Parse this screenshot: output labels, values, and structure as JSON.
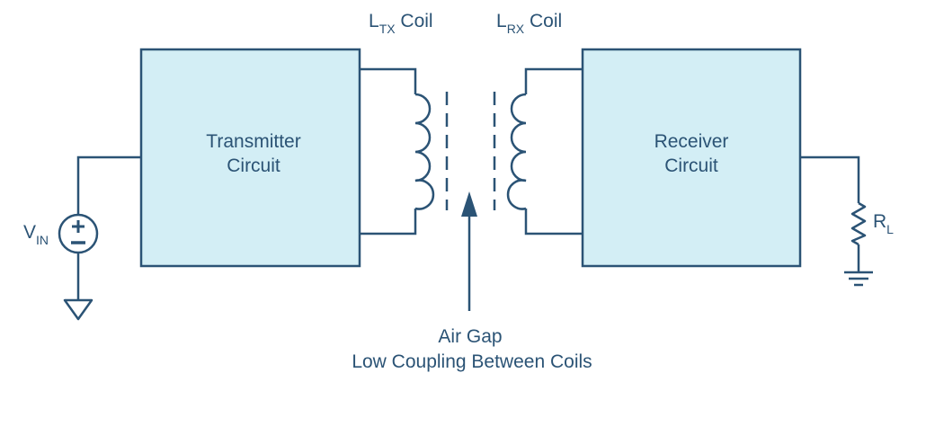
{
  "colors": {
    "stroke": "#2b5375",
    "box_fill": "#d3eef5",
    "text": "#2b5375",
    "background": "#ffffff"
  },
  "transmitter": {
    "line1": "Transmitter",
    "line2": "Circuit"
  },
  "receiver": {
    "line1": "Receiver",
    "line2": "Circuit"
  },
  "tx_coil": {
    "main": "L",
    "sub": "TX",
    "suffix": " Coil"
  },
  "rx_coil": {
    "main": "L",
    "sub": "RX",
    "suffix": " Coil"
  },
  "vin": {
    "main": "V",
    "sub": "IN"
  },
  "rl": {
    "main": "R",
    "sub": "L"
  },
  "air_gap": {
    "line1": "Air Gap",
    "line2": "Low Coupling Between Coils"
  },
  "icons": [
    "voltage-source-icon",
    "ground-triangle-icon",
    "resistor-icon",
    "earth-ground-icon",
    "inductor-coil-icon",
    "arrow-up-icon"
  ]
}
